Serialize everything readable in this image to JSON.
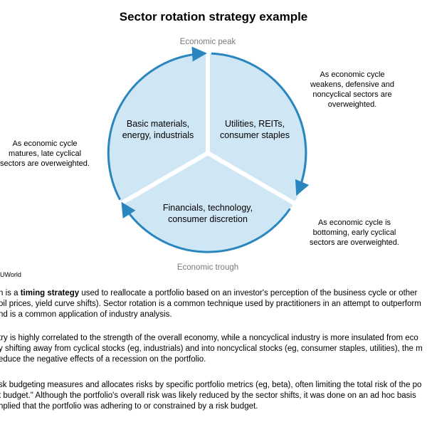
{
  "title": "Sector rotation strategy example",
  "diagram": {
    "top_label": "Economic peak",
    "bottom_label": "Economic trough",
    "segments": {
      "top_left": [
        "Basic materials,",
        "energy, industrials"
      ],
      "top_right": [
        "Utilities, REITs,",
        "consumer staples"
      ],
      "bottom": [
        "Financials, technology,",
        "consumer discretion"
      ]
    },
    "notes": {
      "right_top": [
        "As economic cycle",
        "weakens, defensive and",
        "noncyclical sectors are",
        "overweighted."
      ],
      "right_bottom": [
        "As economic cycle is",
        "bottoming, early cyclical",
        "sectors are overweighted."
      ],
      "left": [
        "As economic cycle",
        "matures, late cyclical",
        "sectors are overweighted."
      ]
    },
    "colors": {
      "fill": "#cfe6f4",
      "arrow": "#2a86bf",
      "divider": "#ffffff"
    }
  },
  "source": "UWorld",
  "paragraphs": [
    {
      "lines": [
        [
          {
            "t": "n is a "
          },
          {
            "t": "timing strategy",
            "b": true
          },
          {
            "t": " used to reallocate a portfolio based on an investor's perception of the business cycle or other"
          }
        ],
        [
          {
            "t": "oil prices, yield curve shifts).  Sector rotation is a common technique used by practitioners in an attempt to outperform"
          }
        ],
        [
          {
            "t": "nd is a common application of industry analysis."
          }
        ]
      ]
    },
    {
      "lines": [
        [
          {
            "t": "try is highly correlated to the strength of the overall economy, while a noncyclical industry is more insulated from eco"
          }
        ],
        [
          {
            "t": "y shifting away from cyclical stocks (eg, industrials) and into noncyclical stocks (eg, consumer staples, utilities), the m"
          }
        ],
        [
          {
            "t": "educe the negative effects of a recession on the portfolio."
          }
        ]
      ]
    },
    {
      "lines": [
        [
          {
            "t": "sk budgeting measures and allocates risks by specific portfolio metrics (eg, beta), often limiting the total risk of the po"
          }
        ],
        [
          {
            "t": "t budget.\"  Although the portfolio's overall risk was likely reduced by the sector shifts, it was done on an ad hoc basis"
          }
        ],
        [
          {
            "t": "nplied that the portfolio was adhering to or constrained by a risk budget."
          }
        ]
      ]
    }
  ]
}
